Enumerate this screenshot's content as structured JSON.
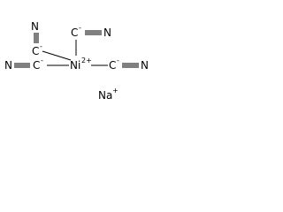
{
  "structure": {
    "center": {
      "element": "Ni",
      "charge": "2+"
    },
    "ligands": [
      {
        "position": "top-left",
        "carbon": "C",
        "charge": "-",
        "nitrogen": "N",
        "bond": "triple"
      },
      {
        "position": "top-right",
        "carbon": "C",
        "charge": "-",
        "nitrogen": "N",
        "bond": "triple"
      },
      {
        "position": "left",
        "carbon": "C",
        "charge": "-",
        "nitrogen": "N",
        "bond": "triple"
      },
      {
        "position": "right",
        "carbon": "C",
        "charge": "-",
        "nitrogen": "N",
        "bond": "triple"
      }
    ],
    "counterion": {
      "element": "Na",
      "charge": "+"
    }
  }
}
